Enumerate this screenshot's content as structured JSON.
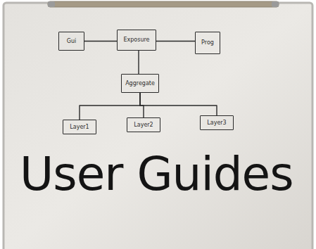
{
  "diagram": {
    "title": "User Guides",
    "nodes": [
      {
        "text": [
          "Gui"
        ]
      },
      {
        "text": [
          "Exposure"
        ]
      },
      {
        "text": [
          "Prog"
        ]
      },
      {
        "text": [
          "Aggregate"
        ]
      },
      {
        "text": [
          "Layer1"
        ]
      },
      {
        "text": [
          "Layer2"
        ]
      },
      {
        "text": [
          "Layer3"
        ]
      }
    ],
    "edges": [
      {
        "from": 0,
        "to": 1,
        "arrow": "none"
      },
      {
        "from": 1,
        "to": 2,
        "arrow": "none"
      },
      {
        "from": 1,
        "to": 3,
        "arrow": "none"
      },
      {
        "from": 3,
        "to": 4,
        "arrow": "none"
      },
      {
        "from": 3,
        "to": 5,
        "arrow": "none"
      },
      {
        "from": 3,
        "to": 6,
        "arrow": "none"
      }
    ]
  }
}
